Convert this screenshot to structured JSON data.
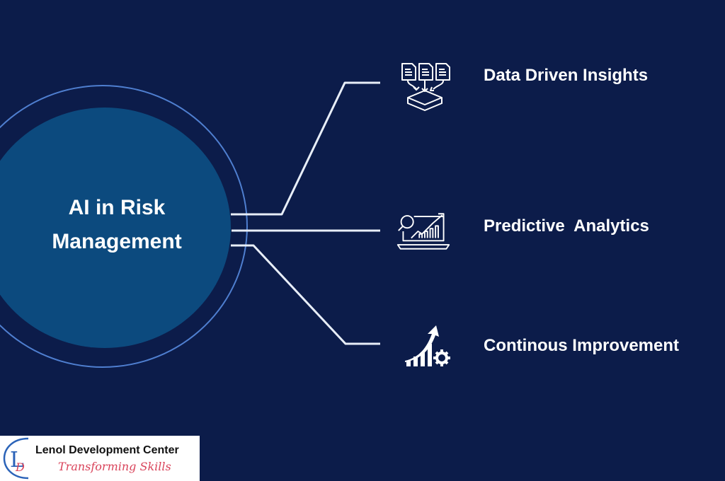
{
  "center": {
    "title_line1": "AI in Risk",
    "title_line2": "Management"
  },
  "items": [
    {
      "label": "Data Driven Insights",
      "icon": "documents-to-tray-icon"
    },
    {
      "label": "Predictive  Analytics",
      "icon": "laptop-chart-magnifier-icon"
    },
    {
      "label": "Continous Improvement",
      "icon": "growth-chart-gear-icon"
    }
  ],
  "logo": {
    "name": "Lenol Development Center",
    "tagline": "Transforming Skills",
    "monogram": "LD"
  },
  "colors": {
    "background": "#0c1c4a",
    "core": "#0c4a7e",
    "ring": "#4f7fd0",
    "connector": "#e8eef8",
    "tagline": "#d9435a"
  }
}
